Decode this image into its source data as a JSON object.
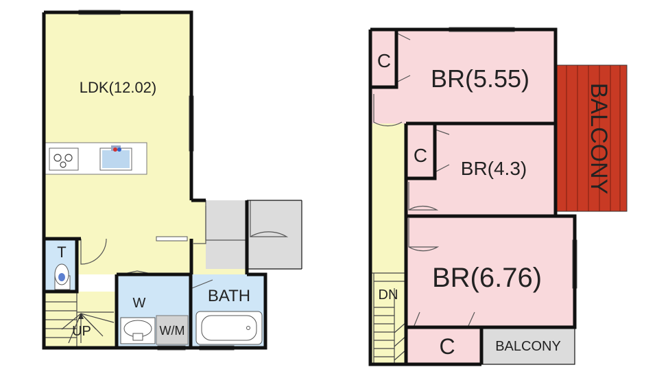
{
  "floorplan": {
    "first_floor": {
      "ldk": "LDK(12.02)",
      "toilet": "T",
      "washroom": "W",
      "washer": "W/M",
      "bath": "BATH",
      "stairs": "UP"
    },
    "second_floor": {
      "br1": "BR(5.55)",
      "br2": "BR(4.3)",
      "br3": "BR(6.76)",
      "closet1": "C",
      "closet2": "C",
      "closet3": "C",
      "balcony1": "BALCONY",
      "balcony2": "BALCONY",
      "stairs": "DN"
    },
    "colors": {
      "ldk": "#f8f7c2",
      "wet": "#cfe6f7",
      "bedroom": "#f9d9dc",
      "balcony_deck": "#c83a24",
      "gray": "#dcdcdc"
    }
  }
}
